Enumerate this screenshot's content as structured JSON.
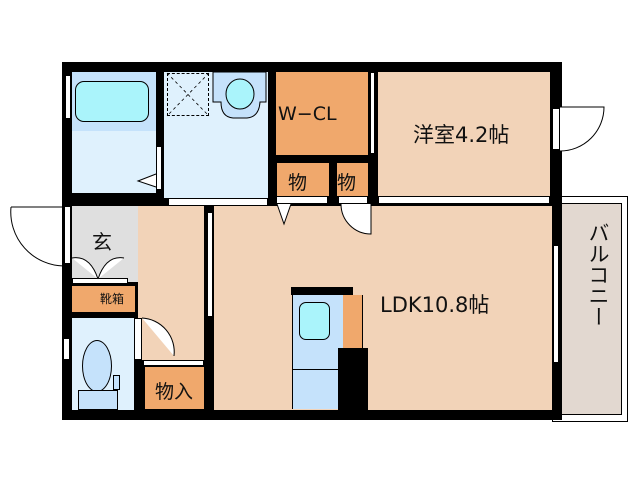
{
  "floorplan": {
    "colors": {
      "room_floor": "#f2d3b8",
      "closet": "#f0a86c",
      "wet_area": "#dff1fd",
      "wet_fixture": "#c5e2fb",
      "fixture_water": "#aaf4fb",
      "entrance": "#dfdfdf",
      "balcony": "#e2d8d0",
      "wall": "#000000"
    },
    "rooms": {
      "western_room": "洋室4.2帖",
      "ldk": "LDK10.8帖",
      "walk_in_closet": "W−CL",
      "storage_1": "物",
      "storage_2": "物",
      "storage_3": "物入",
      "entrance": "玄",
      "shoe_cabinet": "靴箱",
      "balcony": "バルコニー"
    }
  }
}
